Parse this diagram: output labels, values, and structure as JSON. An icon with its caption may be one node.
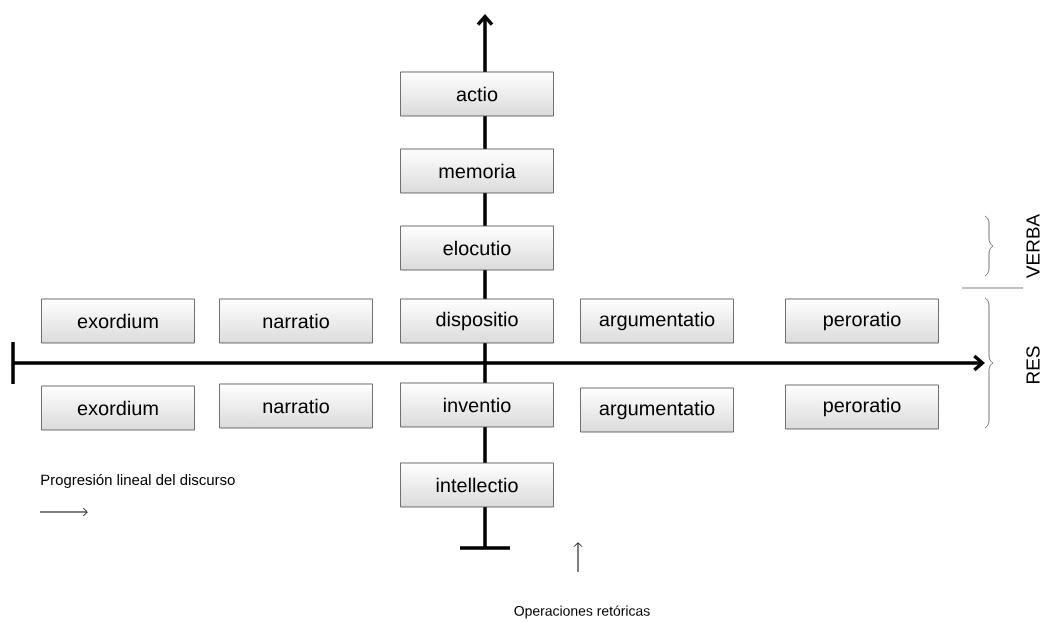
{
  "diagram": {
    "nodes": [
      {
        "text": [
          "actio"
        ]
      },
      {
        "text": [
          "memoria"
        ]
      },
      {
        "text": [
          "elocutio"
        ]
      },
      {
        "text": [
          "exordium"
        ]
      },
      {
        "text": [
          "narratio"
        ]
      },
      {
        "text": [
          "dispositio"
        ]
      },
      {
        "text": [
          "argumentatio"
        ]
      },
      {
        "text": [
          "peroratio"
        ]
      },
      {
        "text": [
          "exordium"
        ]
      },
      {
        "text": [
          "narratio"
        ]
      },
      {
        "text": [
          "inventio"
        ]
      },
      {
        "text": [
          "argumentatio"
        ]
      },
      {
        "text": [
          "peroratio"
        ]
      },
      {
        "text": [
          "intellectio"
        ]
      }
    ],
    "edges": [],
    "labels": [
      "VERBA",
      "RES",
      "Progresión lineal del discurso",
      "Operaciones retóricas"
    ]
  }
}
